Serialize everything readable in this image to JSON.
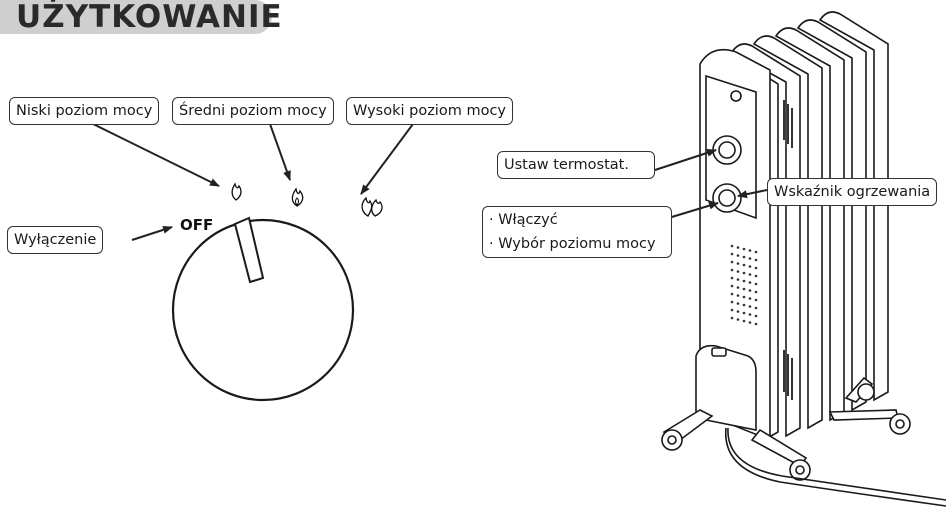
{
  "header": {
    "title": "UŻYTKOWANIE",
    "bg_color": "#cfcfcf"
  },
  "dial": {
    "off_label": "OFF",
    "callouts": {
      "low_power": "Niski poziom mocy",
      "medium_power": "Średni poziom mocy",
      "high_power": "Wysoki poziom mocy",
      "off": "Wyłączenie"
    }
  },
  "heater": {
    "callouts": {
      "thermostat": "Ustaw termostat.",
      "heating_indicator": "Wskaźnik ogrzewania",
      "switch_on": "· Włączyć",
      "power_select": "· Wybór poziomu mocy"
    }
  }
}
